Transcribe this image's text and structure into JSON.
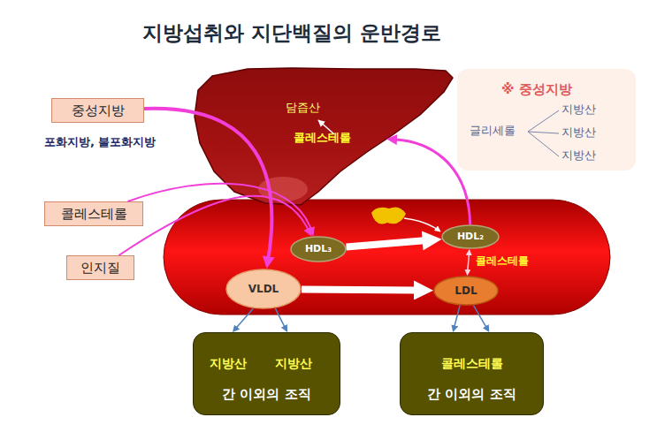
{
  "diagram": {
    "title": "지방섭취와 지단백질의 운반경로",
    "nodes": [
      {
        "text": [
          "중성지방"
        ]
      },
      {
        "text": [
          "담즙산",
          "콜레스테롤"
        ]
      },
      {
        "text": [
          "※ 중성지방",
          "글리세롤",
          "지방산",
          "지방산",
          "지방산"
        ]
      },
      {
        "text": [
          "콜레스테롤"
        ]
      },
      {
        "text": [
          "HDL₃"
        ]
      },
      {
        "text": [
          "HDL₂"
        ]
      },
      {
        "text": [
          "인지질"
        ]
      },
      {
        "text": [
          "VLDL"
        ]
      },
      {
        "text": [
          "LDL"
        ]
      },
      {
        "text": [
          "지방산",
          "지방산",
          "간 이외의 조직"
        ]
      },
      {
        "text": [
          "콜레스테롤",
          "간 이외의 조직"
        ]
      }
    ],
    "edges": [
      {
        "from": 0,
        "to": 7,
        "arrow": "to"
      },
      {
        "from": 3,
        "to": 4,
        "arrow": "to"
      },
      {
        "from": 6,
        "to": 4,
        "arrow": "to"
      },
      {
        "from": 4,
        "to": 5,
        "arrow": "to"
      },
      {
        "from": 5,
        "to": 1,
        "arrow": "to"
      },
      {
        "from": 7,
        "to": 8,
        "arrow": "to"
      },
      {
        "from": 5,
        "to": 8,
        "label": "콜레스테롤",
        "arrow": "both"
      },
      {
        "from": 7,
        "to": 9,
        "arrow": "to"
      },
      {
        "from": 8,
        "to": 10,
        "arrow": "to"
      }
    ],
    "labels": [
      "포화지방, 불포화지방"
    ]
  }
}
